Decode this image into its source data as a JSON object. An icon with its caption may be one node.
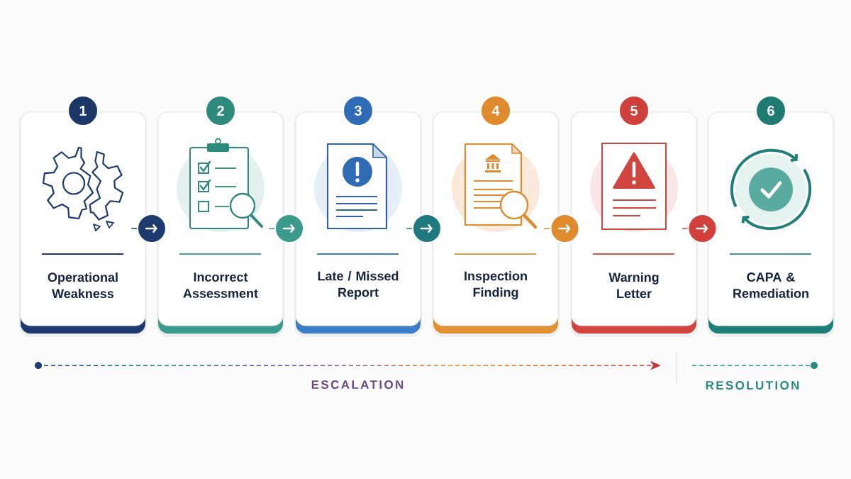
{
  "diagram": {
    "nodes": [
      {
        "text": [
          "1",
          "Operational Weakness"
        ]
      },
      {
        "text": [
          "2",
          "Incorrect Assessment"
        ]
      },
      {
        "text": [
          "3",
          "Late / Missed Report"
        ]
      },
      {
        "text": [
          "4",
          "Inspection Finding"
        ]
      },
      {
        "text": [
          "5",
          "Warning Letter"
        ]
      },
      {
        "text": [
          "6",
          "CAPA & Remediation"
        ]
      }
    ],
    "edges": [
      {
        "from": 0,
        "to": 1,
        "arrow": "to",
        "color": "#1d3a6e"
      },
      {
        "from": 1,
        "to": 2,
        "arrow": "to",
        "color": "#3a9a8c"
      },
      {
        "from": 2,
        "to": 3,
        "arrow": "to",
        "color": "#1f7a80"
      },
      {
        "from": 3,
        "to": 4,
        "arrow": "to",
        "color": "#e08a2e"
      },
      {
        "from": 4,
        "to": 5,
        "arrow": "to",
        "color": "#d2403c"
      }
    ],
    "labels": [
      "ESCALATION",
      "RESOLUTION"
    ]
  }
}
